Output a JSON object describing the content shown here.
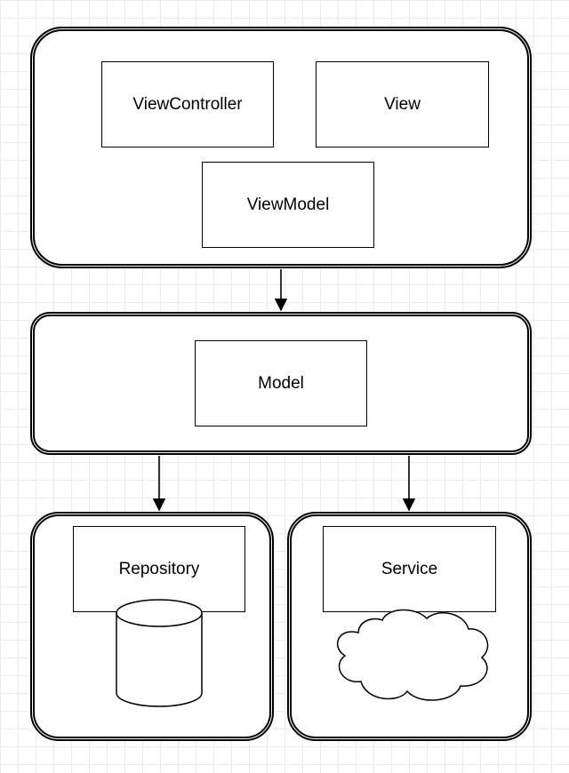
{
  "diagram": {
    "nodes": {
      "view_controller": "ViewController",
      "view": "View",
      "view_model": "ViewModel",
      "model": "Model",
      "repository": "Repository",
      "service": "Service"
    },
    "icons": {
      "repository_shape": "database-cylinder-icon",
      "service_shape": "cloud-icon"
    },
    "edges": [
      {
        "from": "presentation-layer",
        "to": "model-layer"
      },
      {
        "from": "model-layer",
        "to": "repository-container"
      },
      {
        "from": "model-layer",
        "to": "service-container"
      }
    ]
  }
}
